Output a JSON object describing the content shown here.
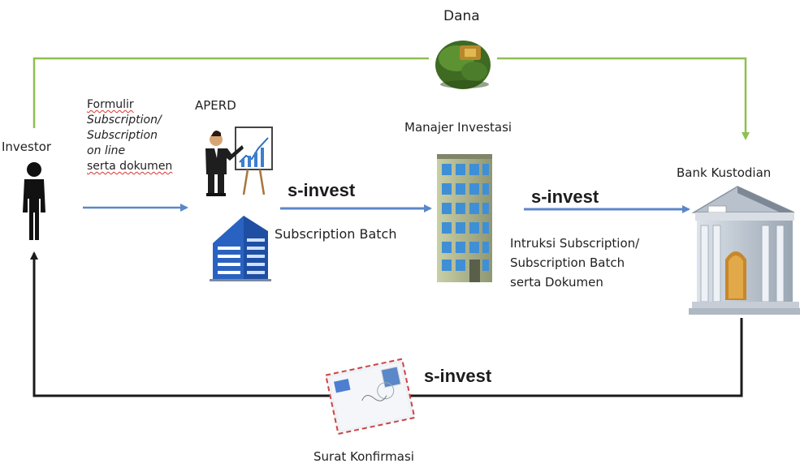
{
  "labels": {
    "dana": "Dana",
    "investor": "Investor",
    "aperd": "APERD",
    "manajer_investasi": "Manajer Investasi",
    "bank_kustodian": "Bank Kustodian",
    "surat_konfirmasi": "Surat Konfirmasi",
    "s_invest_1": "s-invest",
    "s_invest_2": "s-invest",
    "s_invest_3": "s-invest",
    "subscription_batch": "Subscription Batch"
  },
  "form_text": {
    "line1": "Formulir",
    "line2": "Subscription/",
    "line3": "Subscription",
    "line4": "on line",
    "line5": "serta dokumen"
  },
  "instruction_text": {
    "line1": "Intruksi Subscription/",
    "line2": "Subscription Batch",
    "line3": "serta Dokumen"
  },
  "icons": {
    "money": "money-bag-icon",
    "investor": "person-icon",
    "aperd_presenter": "presenter-chart-icon",
    "aperd_office": "office-building-icon",
    "manajer_building": "tower-building-icon",
    "bank": "bank-building-icon",
    "letter": "envelope-icon"
  },
  "colors": {
    "dana_flow": "#8dc050",
    "process_flow": "#5b87c9",
    "confirm_flow": "#1a1a1a"
  }
}
